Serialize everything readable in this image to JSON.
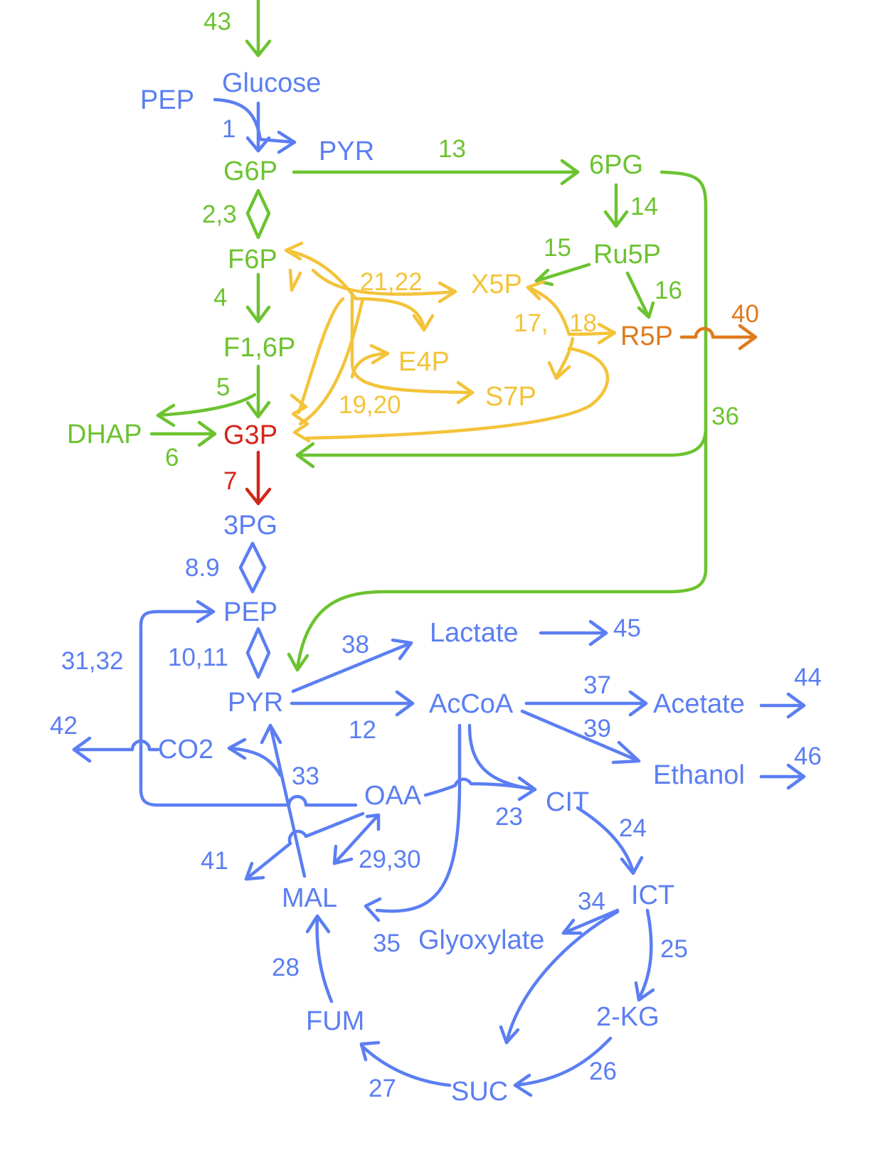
{
  "colors": {
    "green": "#6cc330",
    "yellow": "#f3c33a",
    "blue": "#5b7ef2",
    "red": "#d3261a",
    "orange": "#e07a1e",
    "background": "#ffffff"
  },
  "metabolites": {
    "glucose": "Glucose",
    "pep_top": "PEP",
    "pyr_top": "PYR",
    "g6p": "G6P",
    "f6p": "F6P",
    "f16p": "F1,6P",
    "dhap": "DHAP",
    "g3p": "G3P",
    "pg3": "3PG",
    "pep": "PEP",
    "pyr": "PYR",
    "pg6": "6PG",
    "ru5p": "Ru5P",
    "x5p": "X5P",
    "r5p": "R5P",
    "e4p": "E4P",
    "s7p": "S7P",
    "lactate": "Lactate",
    "accoa": "AcCoA",
    "acetate": "Acetate",
    "ethanol": "Ethanol",
    "co2": "CO2",
    "oaa": "OAA",
    "cit": "CIT",
    "ict": "ICT",
    "mal": "MAL",
    "glyoxylate": "Glyoxylate",
    "kg2": "2-KG",
    "fum": "FUM",
    "suc": "SUC"
  },
  "reactions": {
    "r43": "43",
    "r1": "1",
    "r13": "13",
    "r23_": "2,3",
    "r14": "14",
    "r15": "15",
    "r16": "16",
    "r2122": "21,22",
    "r4": "4",
    "r17": "17,",
    "r18": "18",
    "r40": "40",
    "r5": "5",
    "r1920": "19,20",
    "r6": "6",
    "r36": "36",
    "r7": "7",
    "r89": "8.9",
    "r3132": "31,32",
    "r1011": "10,11",
    "r38": "38",
    "r45": "45",
    "r44": "44",
    "r37": "37",
    "r42": "42",
    "r12": "12",
    "r39": "39",
    "r46": "46",
    "r33": "33",
    "r23": "23",
    "r24": "24",
    "r41": "41",
    "r2930": "29,30",
    "r34": "34",
    "r35": "35",
    "r25": "25",
    "r28": "28",
    "r26": "26",
    "r27": "27"
  }
}
